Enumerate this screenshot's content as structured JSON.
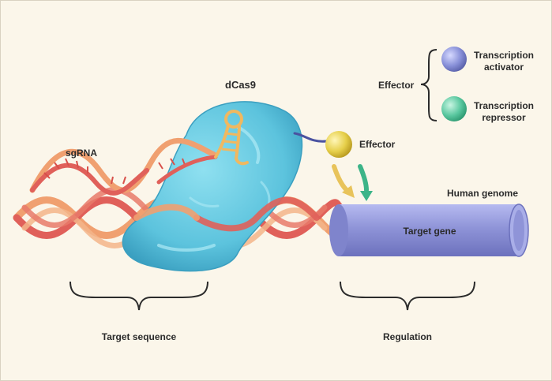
{
  "labels": {
    "sgrna": "sgRNA",
    "dcas9": "dCas9",
    "effector_near_protein": "Effector",
    "effector_legend": "Effector",
    "activator_line1": "Transcription",
    "activator_line2": "activator",
    "repressor_line1": "Transcription",
    "repressor_line2": "repressor",
    "human_genome": "Human genome",
    "target_gene": "Target gene",
    "target_sequence": "Target sequence",
    "regulation": "Regulation"
  },
  "colors": {
    "background": "#fbf6ea",
    "dna_strand_a": "#e0605a",
    "dna_strand_b": "#f0a070",
    "dcas9_body": "#5cc3dd",
    "sgrna_hairpin": "#f0b860",
    "effector": "#e6cf4a",
    "activator": "#8890d8",
    "repressor": "#5ac8a0",
    "target_gene_cylinder": "#8f94d8",
    "arrow_yellow": "#e8c35a",
    "arrow_green": "#3cb488"
  },
  "icons": {
    "effector_sphere": "yellow-sphere",
    "activator_sphere": "blue-sphere",
    "repressor_sphere": "green-sphere"
  }
}
